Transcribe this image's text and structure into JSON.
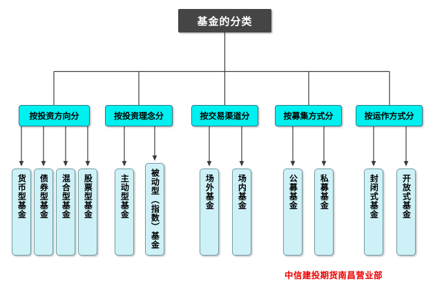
{
  "diagram": {
    "type": "tree",
    "title": "基金的分类",
    "colors": {
      "title_fill": "#454545",
      "title_text": "#ffffff",
      "category_fill": "#00efef",
      "leaf_fill": "#cdf1f7",
      "line": "#3a3a3a",
      "watermark": "#ee0000",
      "background": "#ffffff"
    },
    "categories": [
      {
        "label": "按投资方向分",
        "children": [
          {
            "label": "货币型基金"
          },
          {
            "label": "债券型基金"
          },
          {
            "label": "混合型基金"
          },
          {
            "label": "股票型基金"
          }
        ]
      },
      {
        "label": "按投资理念分",
        "children": [
          {
            "label": "主动型基金"
          },
          {
            "label": "被动型（指数）基金"
          }
        ]
      },
      {
        "label": "按交易渠道分",
        "children": [
          {
            "label": "场外基金"
          },
          {
            "label": "场内基金"
          }
        ]
      },
      {
        "label": "按募集方式分",
        "children": [
          {
            "label": "公募基金"
          },
          {
            "label": "私募基金"
          }
        ]
      },
      {
        "label": "按运作方式分",
        "children": [
          {
            "label": "封闭式基金"
          },
          {
            "label": "开放式基金"
          }
        ]
      }
    ]
  },
  "watermark": {
    "text": "中信建投期货南昌营业部"
  }
}
